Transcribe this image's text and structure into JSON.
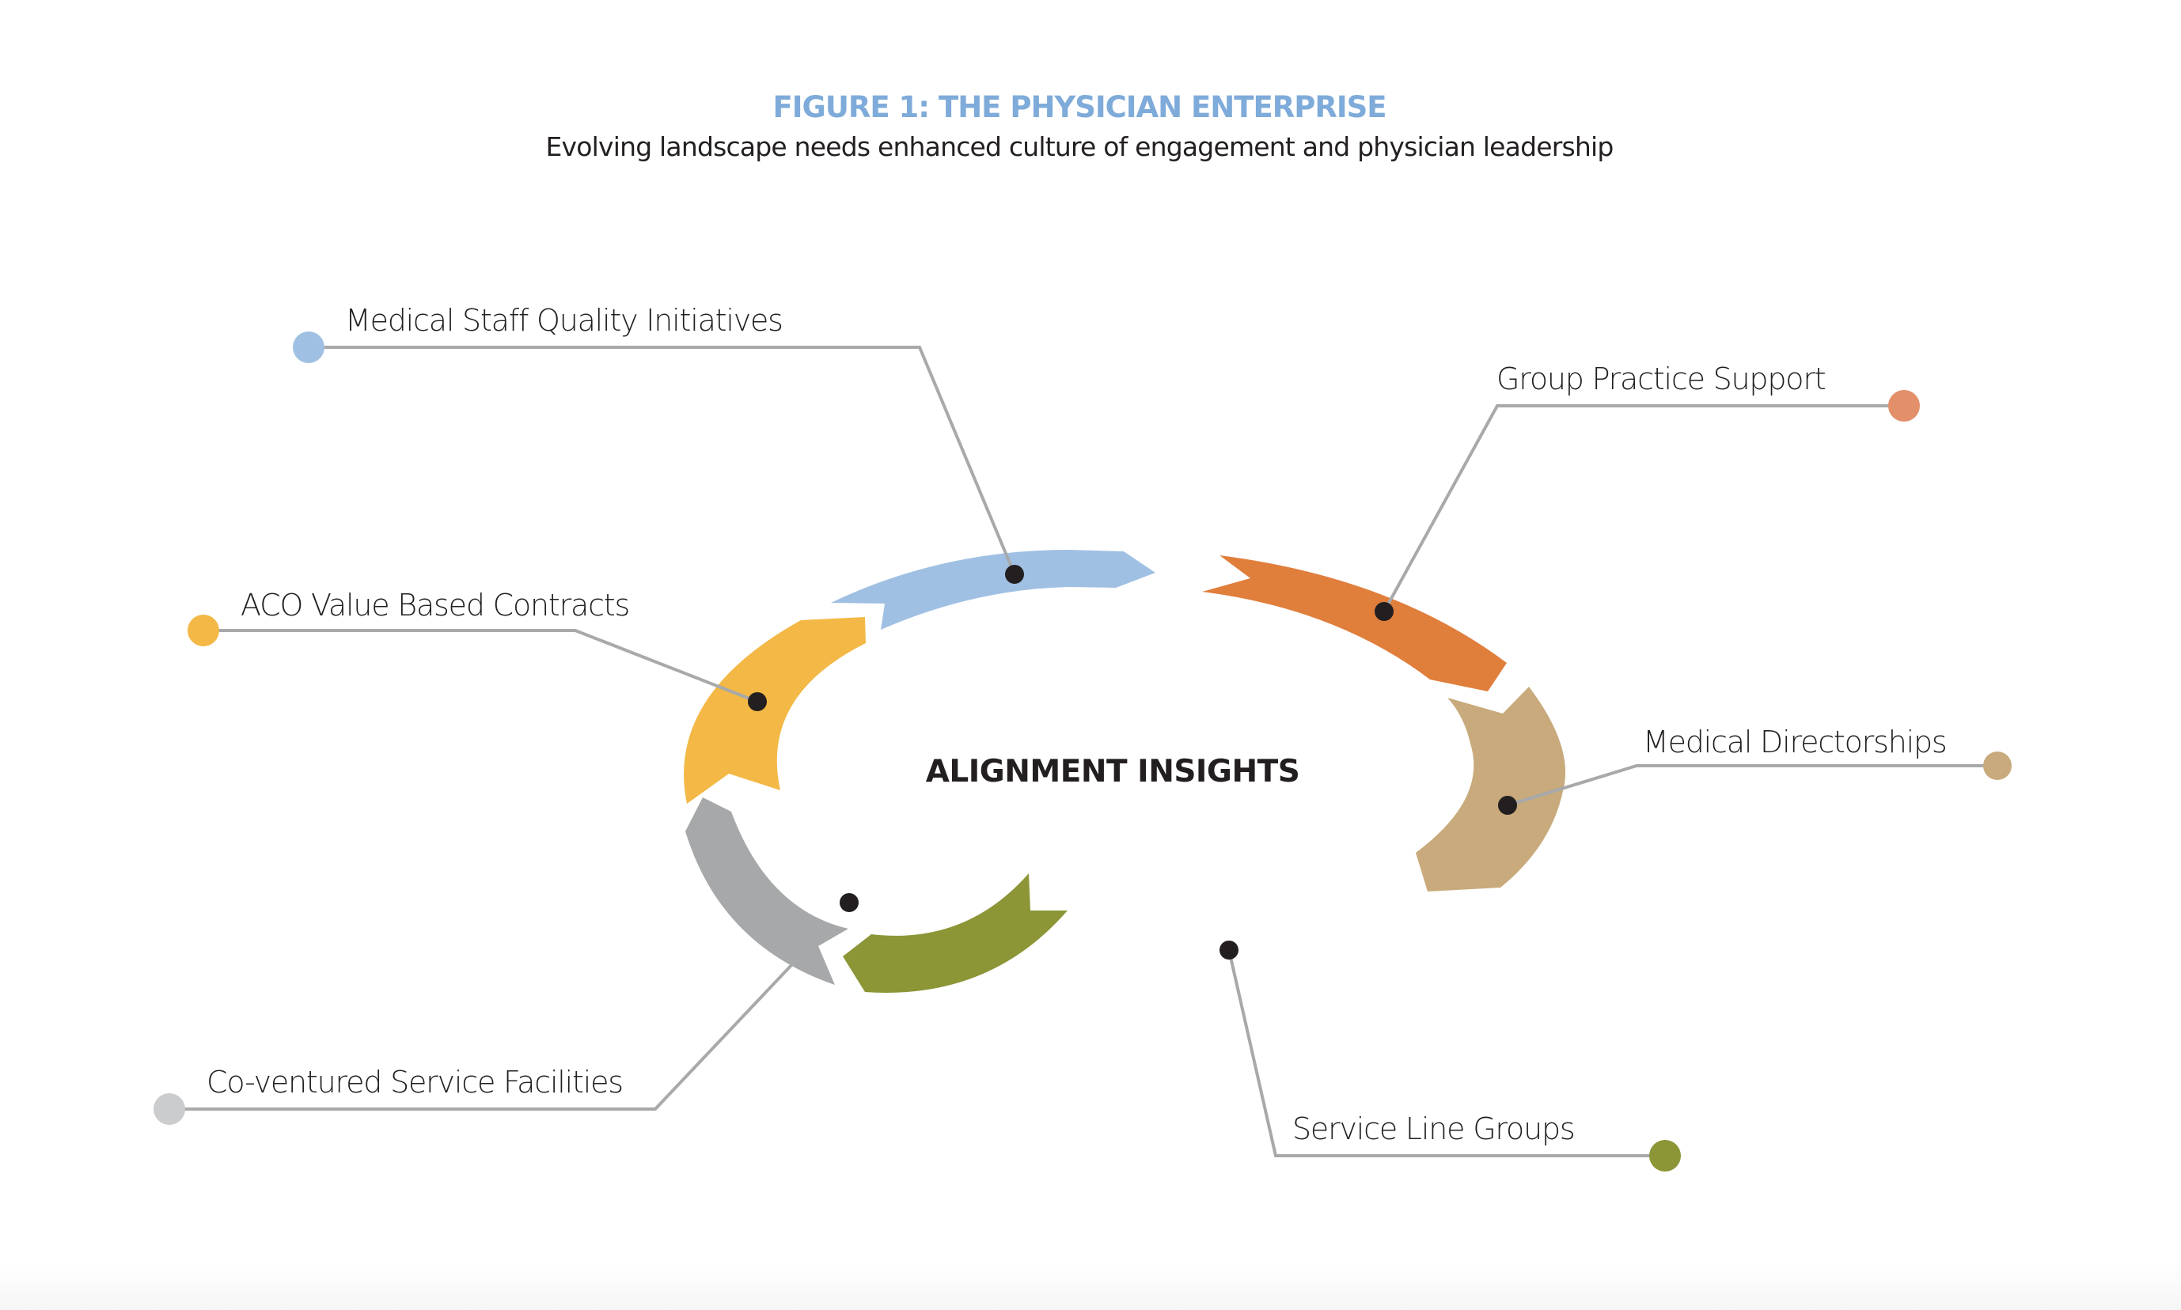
{
  "figure": {
    "title": "FIGURE 1: THE PHYSICIAN ENTERPRISE",
    "subtitle": "Evolving landscape needs enhanced culture of engagement and physician leadership",
    "center_label": "ALIGNMENT INSIGHTS"
  },
  "colors": {
    "title": "#7EABD9",
    "text": "#231F20",
    "leader": "#A7A9AB",
    "marker": "#231F20"
  },
  "segments": [
    {
      "id": "medical-staff-quality",
      "label": "Medical Staff Quality Initiatives",
      "color": "#A0C0E3",
      "end_dot_color": "#A0C0E3"
    },
    {
      "id": "group-practice-support",
      "label": "Group Practice Support",
      "color": "#E07E3C",
      "end_dot_color": "#E3906A"
    },
    {
      "id": "medical-directorships",
      "label": "Medical Directorships",
      "color": "#C8AA7C",
      "end_dot_color": "#C8AA7C"
    },
    {
      "id": "service-line-groups",
      "label": "Service Line Groups",
      "color": "#8C9637",
      "end_dot_color": "#8C9637"
    },
    {
      "id": "co-ventured-service-facilities",
      "label": "Co-ventured Service Facilities",
      "color": "#A6A8A9",
      "end_dot_color": "#CBCCCD"
    },
    {
      "id": "aco-value-based-contracts",
      "label": "ACO Value Based Contracts",
      "color": "#F3B845",
      "end_dot_color": "#F3B845"
    }
  ]
}
